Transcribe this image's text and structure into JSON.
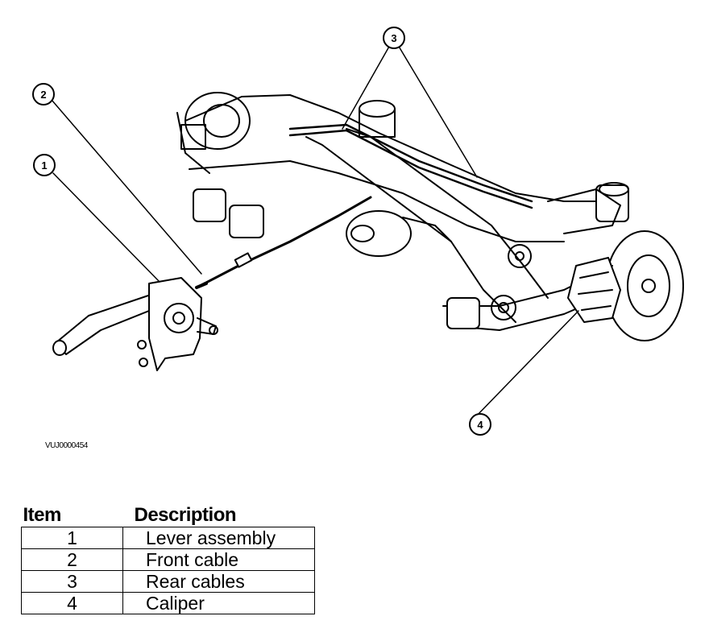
{
  "callouts": [
    {
      "number": "1"
    },
    {
      "number": "2"
    },
    {
      "number": "3"
    },
    {
      "number": "4"
    }
  ],
  "figure_code": "VUJ0000454",
  "table": {
    "headers": {
      "item": "Item",
      "description": "Description"
    },
    "rows": [
      {
        "item": "1",
        "description": "Lever assembly"
      },
      {
        "item": "2",
        "description": "Front cable"
      },
      {
        "item": "3",
        "description": "Rear cables"
      },
      {
        "item": "4",
        "description": "Caliper"
      }
    ]
  }
}
